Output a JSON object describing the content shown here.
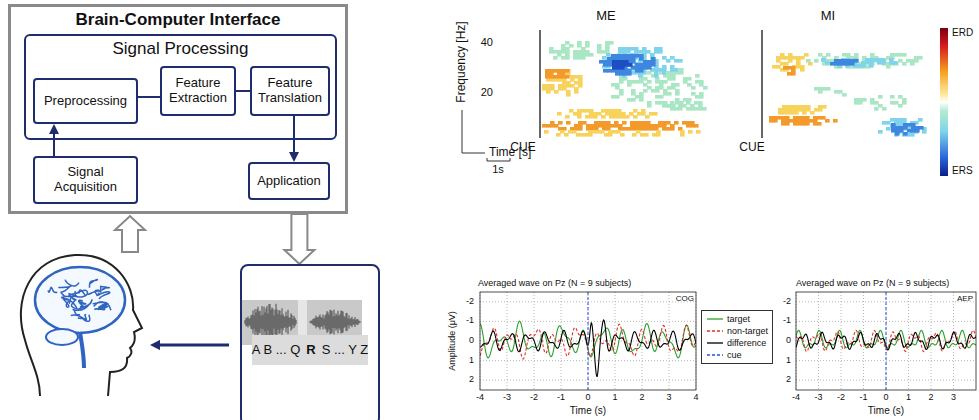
{
  "diagram": {
    "nodes": [
      {
        "text": [
          "Brain-Computer Interface"
        ]
      },
      {
        "text": [
          "Signal Processing"
        ],
        "in": 0
      },
      {
        "text": [
          "Preprocessing"
        ],
        "in": 1
      },
      {
        "text": [
          "Feature Extraction"
        ],
        "in": 1
      },
      {
        "text": [
          "Feature Translation"
        ],
        "in": 1
      },
      {
        "text": [
          "Signal Acquisition"
        ],
        "in": 0
      },
      {
        "text": [
          "Application"
        ],
        "in": 0
      },
      {
        "text": [
          "A B ... Q",
          "R",
          "S ... Y Z"
        ]
      }
    ],
    "edges": [
      {
        "from": 5,
        "to": 2,
        "arrow": "to"
      },
      {
        "from": 2,
        "to": 3,
        "arrow": "none"
      },
      {
        "from": 3,
        "to": 4,
        "arrow": "none"
      },
      {
        "from": 4,
        "to": 6,
        "arrow": "to"
      },
      {
        "from": 0,
        "to": 7,
        "arrow": "to"
      }
    ],
    "labels": [
      "40",
      "20",
      "Frequency [Hz]",
      "ME",
      "MI",
      "ERD",
      "ERS",
      "CUE",
      "CUE",
      "Time [s]",
      "1s",
      "Averaged wave on Pz (N = 9 subjects)",
      "COG",
      "Amplitude (μV)",
      "-2",
      "-1",
      "0",
      "1",
      "2",
      "-4",
      "-3",
      "-2",
      "-1",
      "0",
      "1",
      "2",
      "3",
      "4",
      "Time (s)",
      "Averaged wave on Pz (N = 9 subjects)",
      "AEP",
      "-2",
      "-1",
      "0",
      "1",
      "2",
      "-4",
      "-3",
      "-2",
      "-1",
      "0",
      "1",
      "2",
      "3",
      "Time (s)"
    ],
    "legend": [
      {
        "text": "target"
      },
      {
        "text": "non-target"
      },
      {
        "text": "difference"
      },
      {
        "text": "cue"
      }
    ]
  }
}
